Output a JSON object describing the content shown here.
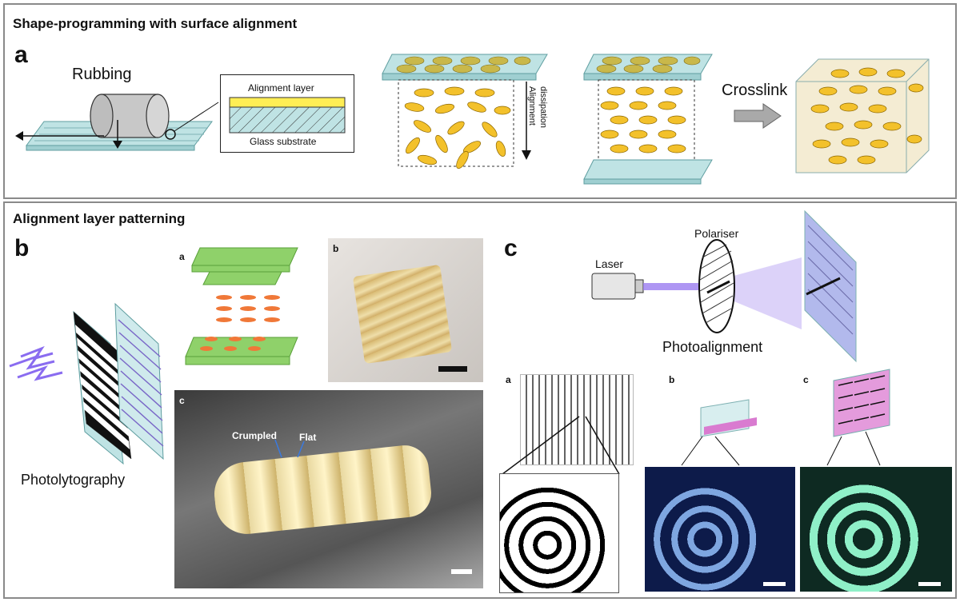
{
  "panel_top": {
    "title": "Shape-programming with surface alignment",
    "letter": "a",
    "rubbing_label": "Rubbing",
    "inset_top_label": "Alignment layer",
    "inset_bottom_label": "Glass substrate",
    "dissipation_label_1": "Alignment",
    "dissipation_label_2": "dissipation",
    "crosslink_label": "Crosslink"
  },
  "panel_bottom": {
    "title": "Alignment layer patterning",
    "letter_b": "b",
    "letter_c": "c",
    "photolytography_label": "Photolytography",
    "sub_a": "a",
    "sub_b": "b",
    "sub_c": "c",
    "crumpled_label": "Crumpled",
    "flat_label": "Flat",
    "laser_label": "Laser",
    "polariser_label": "Polariser",
    "photoalignment_label": "Photoalignment",
    "c_sub_a": "a",
    "c_sub_b": "b",
    "c_sub_c": "c"
  },
  "colors": {
    "glass": "#bfe3e4",
    "glass_edge": "#5f9ea0",
    "mesogen": "#f3c12b",
    "alignment_yellow": "#ffee55",
    "green_plate": "#8fd16a",
    "orange_dot": "#f07838",
    "laser_violet": "#9a7cf0",
    "panel_border": "#8a8a8a"
  }
}
